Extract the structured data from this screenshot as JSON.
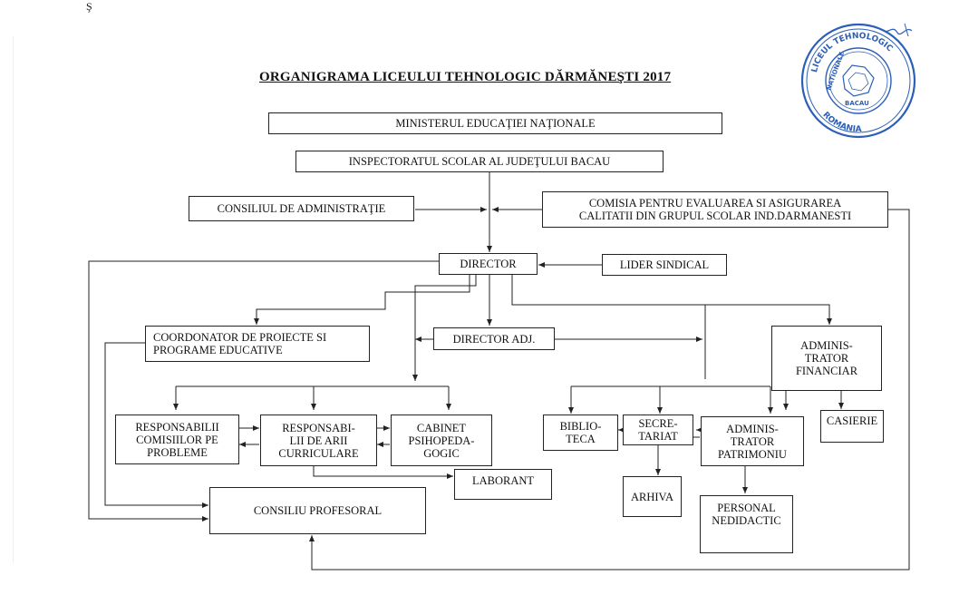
{
  "document": {
    "top_mark": "Ş",
    "title": "ORGANIGRAMA LICEULUI TEHNOLOGIC DĂRMĂNEŞTI 2017"
  },
  "boxes": {
    "ministerul": "MINISTERUL EDUCAŢIEI NAŢIONALE",
    "inspectoratul": "INSPECTORATUL SCOLAR AL  JUDEŢULUI  BACAU",
    "consiliul_admin": "CONSILIUL DE ADMINISTRAŢIE",
    "comisia": "COMISIA PENTRU EVALUAREA SI ASIGURAREA\nCALITATII DIN GRUPUL SCOLAR IND.DARMANESTI",
    "director": "DIRECTOR",
    "lider_sindical": "LIDER SINDICAL",
    "coordonator": "COORDONATOR DE PROIECTE SI\nPROGRAME EDUCATIVE",
    "director_adj": "DIRECTOR ADJ.",
    "admin_financiar": "ADMINIS-\nTRATOR\nFINANCIAR",
    "casierie": "CASIERIE",
    "resp_comisii": "RESPONSABILII\nCOMISIILOR PE\nPROBLEME",
    "resp_arii": "RESPONSABI-\nLII DE ARII\nCURRICULARE",
    "cabinet": "CABINET\nPSIHOPEDA-\nGOGIC",
    "laborant": "LABORANT",
    "consiliu_prof": "CONSILIU PROFESORAL",
    "biblioteca": "BIBLIO-\nTECA",
    "secretariat": "SECRE-\nTARIAT",
    "admin_patrimoniu": "ADMINIS-\nTRATOR\nPATRIMONIU",
    "arhiva": "ARHIVA",
    "personal": "PERSONAL\nNEDIDACTIC"
  },
  "stamp": {
    "text_top": "LICEUL TEHNOLOGIC",
    "text_bottom": "ROMANIA",
    "text_left": "NATIONALE",
    "text_right": "BACAU",
    "color": "#2b5fb8"
  },
  "colors": {
    "ink": "#222222",
    "stamp": "#2b5fb8"
  }
}
